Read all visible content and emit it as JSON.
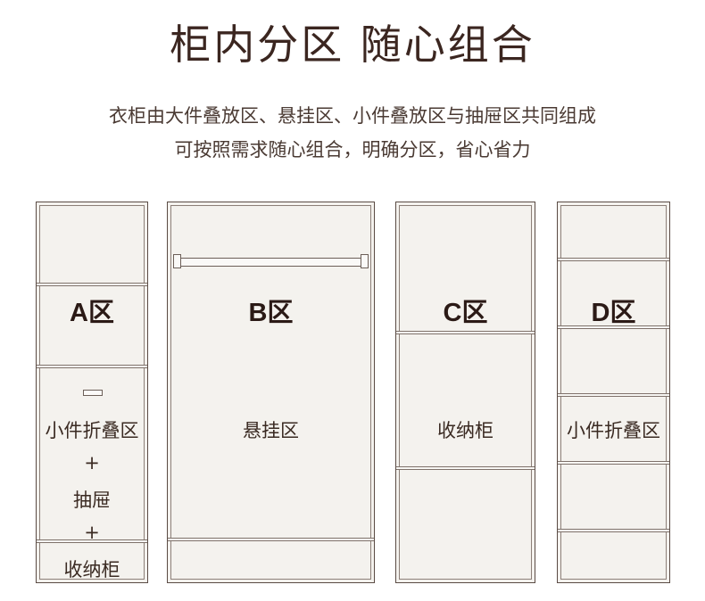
{
  "header": {
    "title": "柜内分区  随心组合",
    "subtitle_line1": "衣柜由大件叠放区、悬挂区、小件叠放区与抽屉区共同组成",
    "subtitle_line2": "可按照需求随心组合，明确分区，省心省力"
  },
  "cabinets": {
    "a": {
      "zone": "A区",
      "label_small_fold": "小件折叠区",
      "plus1": "+",
      "label_drawer": "抽屉",
      "plus2": "+",
      "label_storage": "收纳柜"
    },
    "b": {
      "zone": "B区",
      "label_hanging": "悬挂区"
    },
    "c": {
      "zone": "C区",
      "label_storage": "收纳柜"
    },
    "d": {
      "zone": "D区",
      "label_small_fold": "小件折叠区"
    }
  },
  "colors": {
    "panel": "#f4f2ee",
    "outline": "#5a4b44",
    "title": "#3b2620"
  }
}
